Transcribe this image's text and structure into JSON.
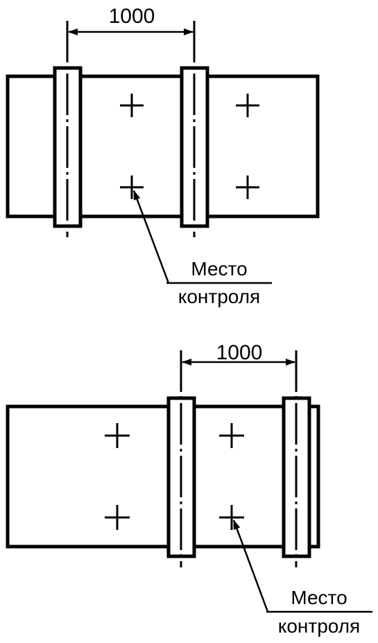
{
  "figures": [
    {
      "dimension_label": "1000",
      "callout_line1": "Место",
      "callout_line2": "контроля"
    },
    {
      "dimension_label": "1000",
      "callout_line1": "Место",
      "callout_line2": "контроля"
    }
  ],
  "colors": {
    "stroke": "#000000",
    "background": "#ffffff"
  }
}
